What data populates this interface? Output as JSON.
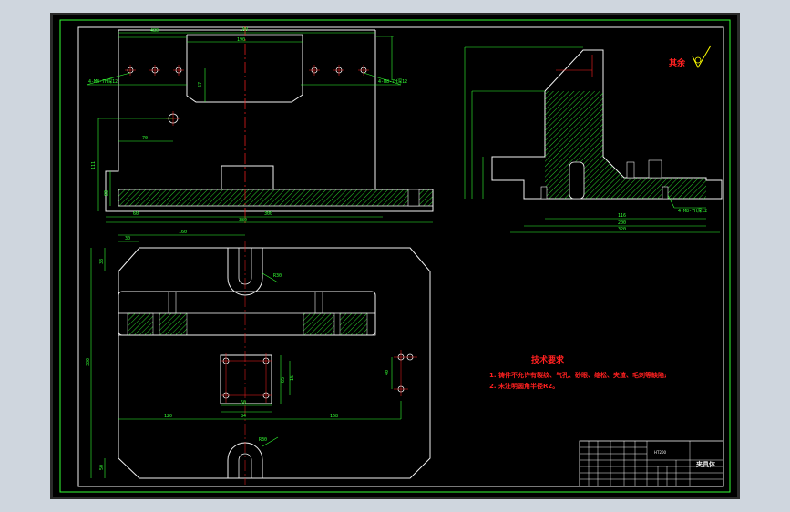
{
  "drawing": {
    "tech_title": "技术要求",
    "tech_req_1": "1. 铸件不允许有裂纹、气孔、砂眼、缩松、夹渣、毛刺等缺陷;",
    "tech_req_2": "2. 未注明圆角半径R2。",
    "roughness_label": "其余",
    "material": "HT200",
    "part_name": "夹具体"
  },
  "dims_top": {
    "d1": "480",
    "d2": "180",
    "d3": "190",
    "d4": "67",
    "d5": "70",
    "d6": "111",
    "d7": "80",
    "d8": "60",
    "d9": "300",
    "d10": "380",
    "callout_left": "4-M8-7H深12",
    "callout_right": "4-M8-7H深12"
  },
  "dims_bottom": {
    "b1": "160",
    "b2": "30",
    "b3": "38",
    "b4": "380",
    "b5": "120",
    "b6": "168",
    "b7": "50",
    "b8": "84",
    "b9": "65",
    "b10": "40",
    "b11": "15",
    "b12": "R30",
    "b13": "R30",
    "b14": "50"
  },
  "dims_right": {
    "r1": "116",
    "r2": "200",
    "r3": "320",
    "callout": "4-M8-7H深12"
  },
  "colors": {
    "frame": "#2b2b2b",
    "background": "#000000",
    "line": "#f2f2f2",
    "dimension": "#33ff33",
    "centerline": "#ff2020",
    "hatch": "#33ff33",
    "roughness_symbol": "#ffff00"
  }
}
